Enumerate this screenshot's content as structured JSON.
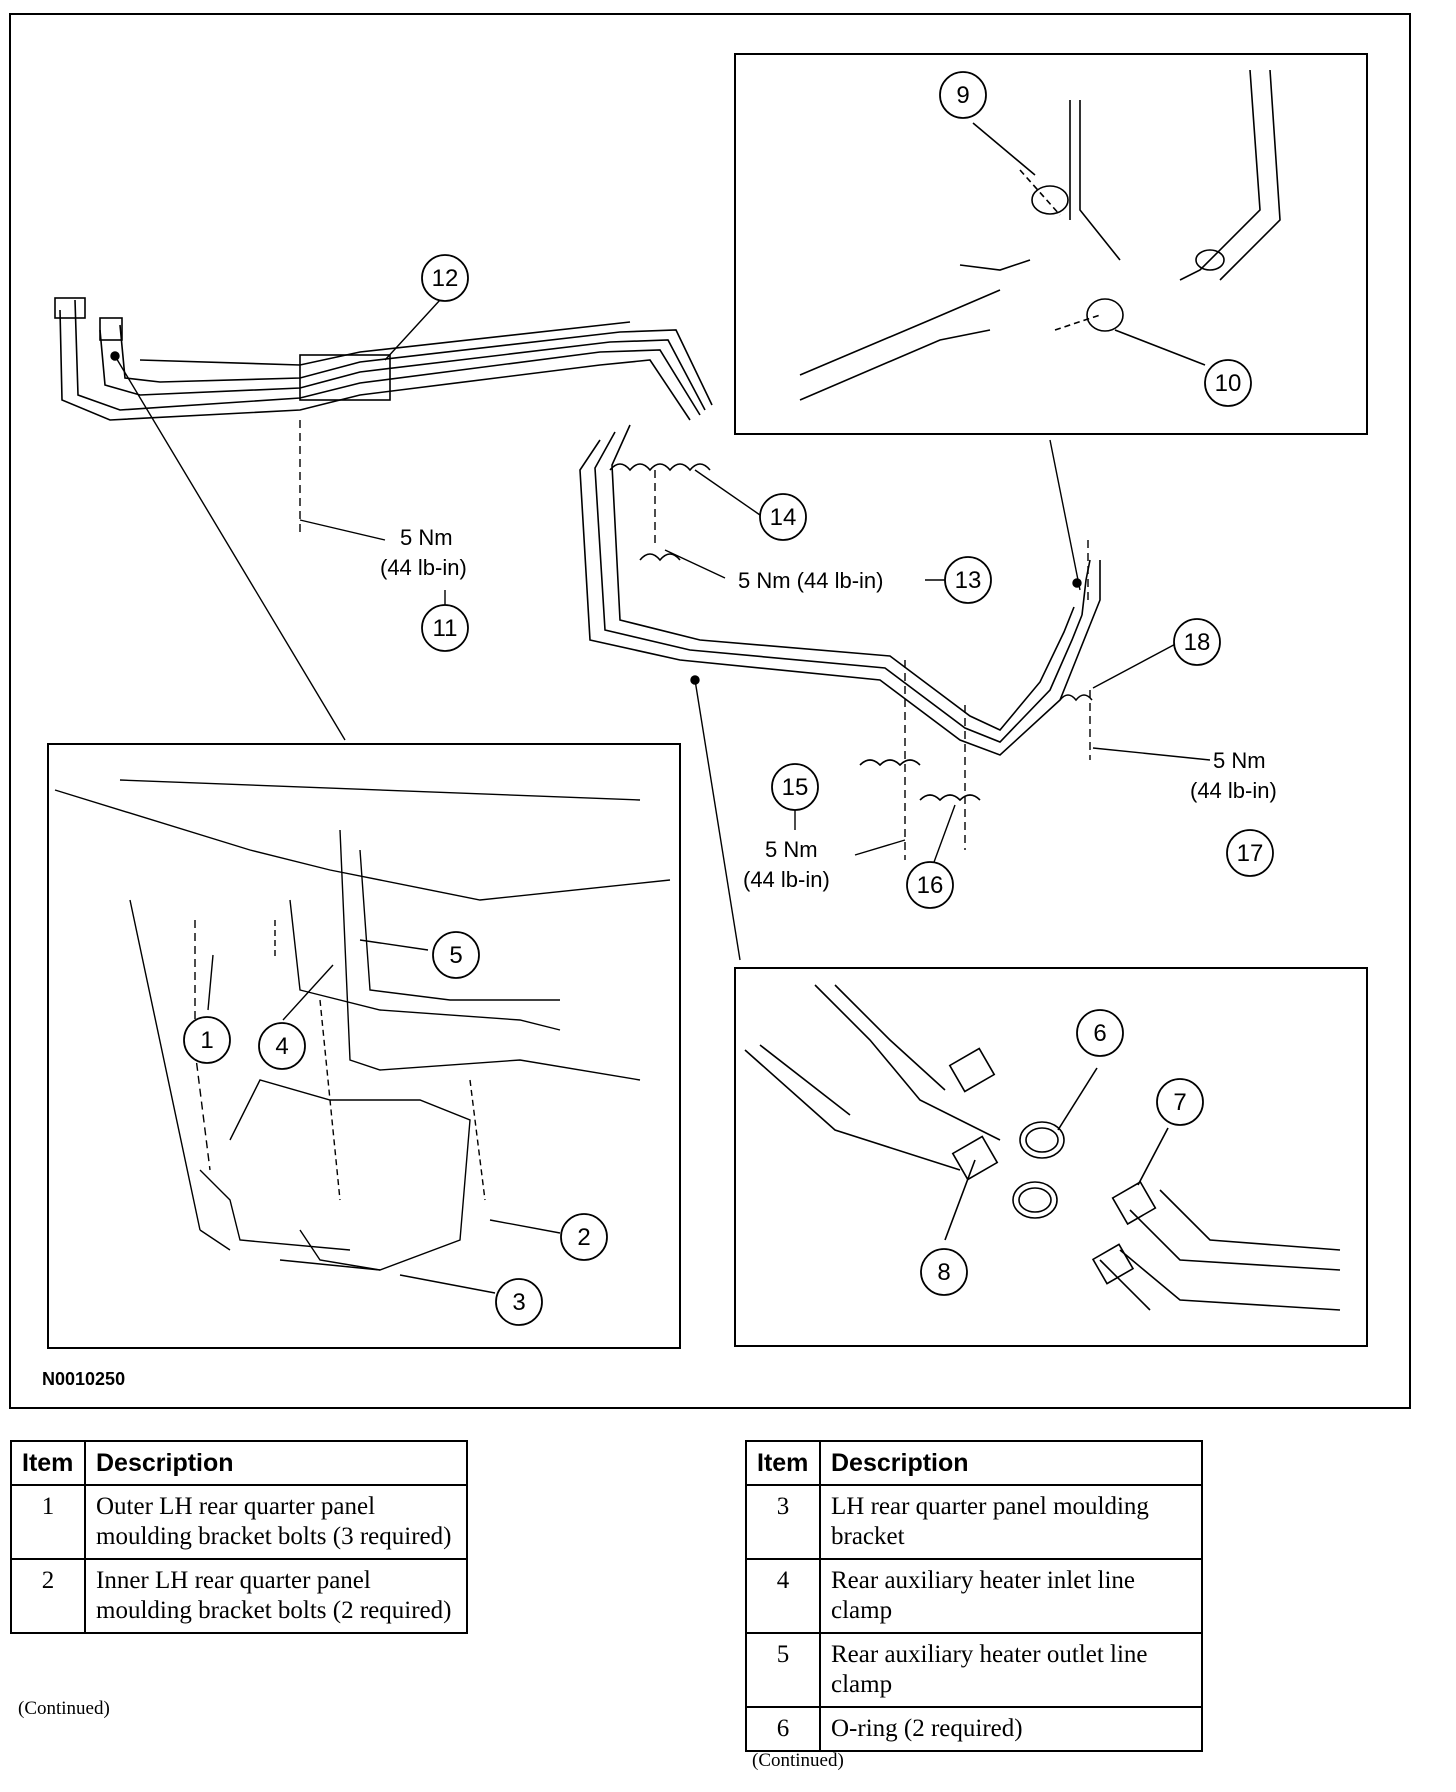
{
  "figure": {
    "id": "N0010250",
    "torque_labels": {
      "t11": [
        "5 Nm",
        "(44 lb-in)"
      ],
      "t13": "5 Nm (44 lb-in)",
      "t15": [
        "5 Nm",
        "(44 lb-in)"
      ],
      "t17": [
        "5 Nm",
        "(44 lb-in)"
      ]
    },
    "callouts": [
      "1",
      "2",
      "3",
      "4",
      "5",
      "6",
      "7",
      "8",
      "9",
      "10",
      "11",
      "12",
      "13",
      "14",
      "15",
      "16",
      "17",
      "18"
    ]
  },
  "table_left": {
    "headers": [
      "Item",
      "Description"
    ],
    "rows": [
      {
        "item": "1",
        "description": "Outer LH rear quarter panel moulding bracket bolts (3 required)"
      },
      {
        "item": "2",
        "description": "Inner LH rear quarter panel moulding bracket bolts (2 required)"
      }
    ],
    "footer": "(Continued)"
  },
  "table_right": {
    "headers": [
      "Item",
      "Description"
    ],
    "rows": [
      {
        "item": "3",
        "description": "LH rear quarter panel moulding bracket"
      },
      {
        "item": "4",
        "description": "Rear auxiliary heater inlet line clamp"
      },
      {
        "item": "5",
        "description": "Rear auxiliary heater outlet line clamp"
      },
      {
        "item": "6",
        "description": "O-ring (2 required)"
      }
    ],
    "footer": "(Continued)"
  }
}
